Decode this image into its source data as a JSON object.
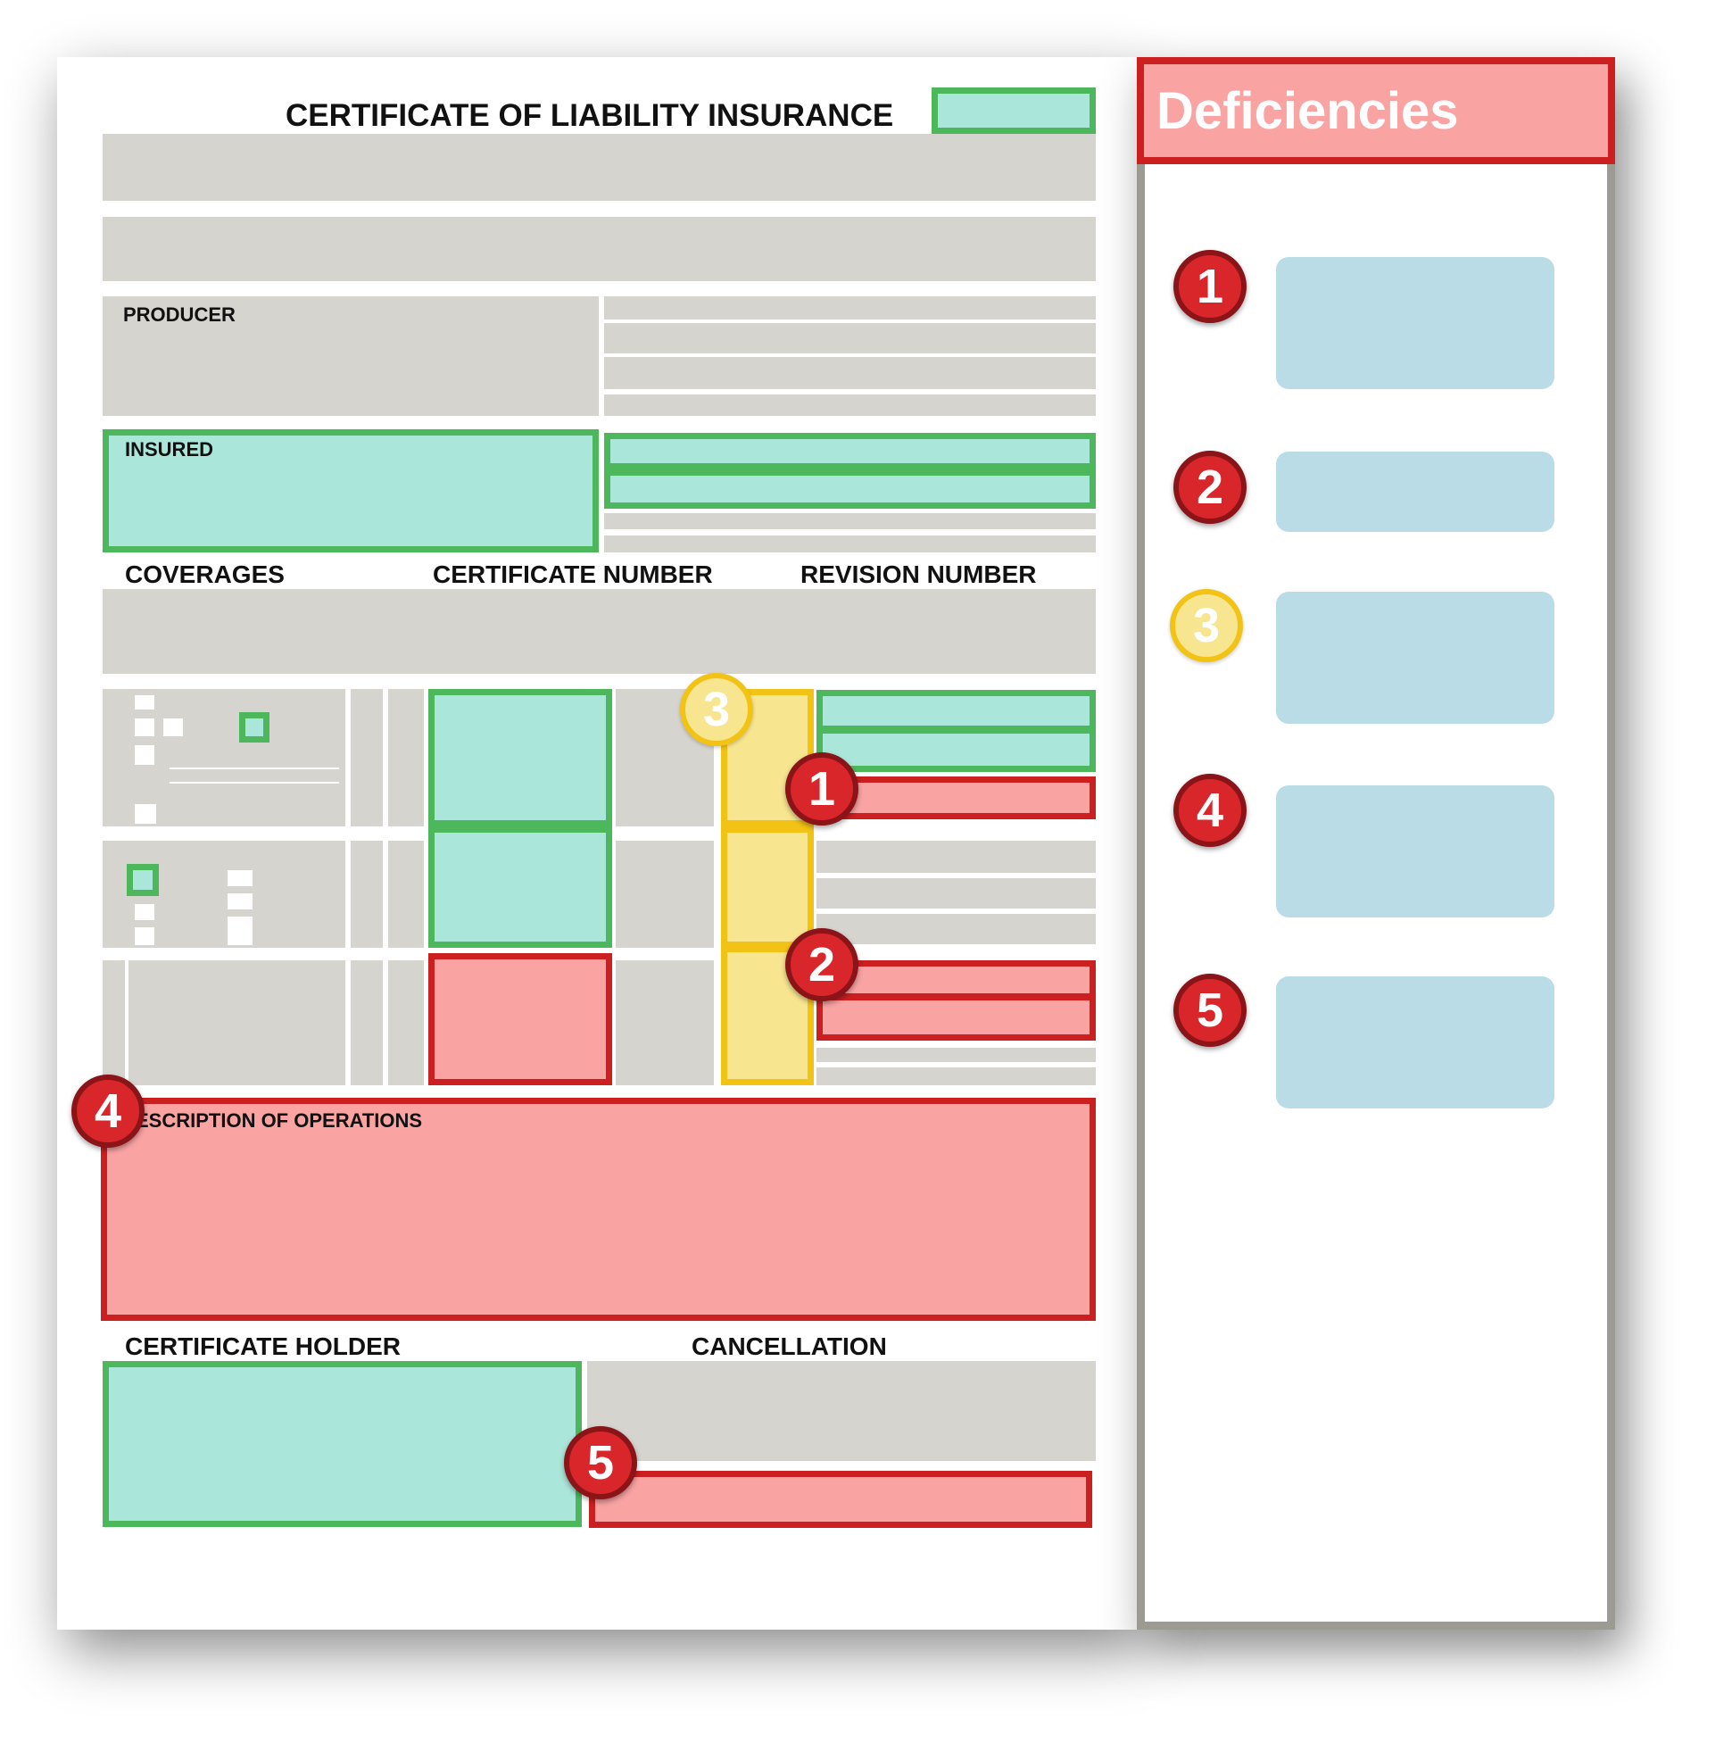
{
  "document": {
    "title": "CERTIFICATE OF LIABILITY INSURANCE",
    "labels": {
      "producer": "PRODUCER",
      "insured": "INSURED",
      "coverages": "COVERAGES",
      "certificate_number": "CERTIFICATE NUMBER",
      "revision_number": "REVISION NUMBER",
      "description_of_operations": "ESCRIPTION OF OPERATIONS",
      "certificate_holder": "CERTIFICATE HOLDER",
      "cancellation": "CANCELLATION"
    }
  },
  "deficiencies_panel": {
    "title": "Deficiencies",
    "items": [
      {
        "number": "1",
        "severity": "error"
      },
      {
        "number": "2",
        "severity": "error"
      },
      {
        "number": "3",
        "severity": "warning"
      },
      {
        "number": "4",
        "severity": "error"
      },
      {
        "number": "5",
        "severity": "error"
      }
    ]
  },
  "markers": [
    "1",
    "2",
    "3",
    "4",
    "5"
  ],
  "colors": {
    "ok_fill": "#abe6da",
    "ok_border": "#4cb85b",
    "error_fill": "#f9a3a3",
    "error_border": "#cc1f1f",
    "warning_fill": "#f7e590",
    "warning_border": "#f2c315",
    "placeholder_gray": "#d6d4cf",
    "card_blue": "#b9dce6"
  }
}
